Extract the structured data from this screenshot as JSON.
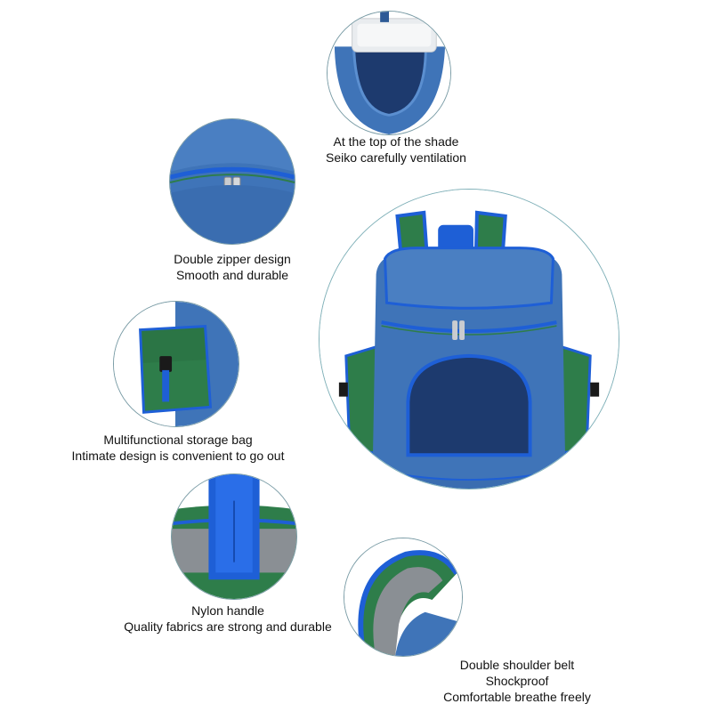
{
  "features": [
    {
      "id": "top-shade",
      "lines": [
        "At the top of the shade",
        "Seiko carefully ventilation"
      ]
    },
    {
      "id": "double-zipper",
      "lines": [
        "Double zipper design",
        "Smooth and durable"
      ]
    },
    {
      "id": "storage-bag",
      "lines": [
        "Multifunctional storage bag",
        "Intimate design is convenient to go out"
      ]
    },
    {
      "id": "nylon-handle",
      "lines": [
        "Nylon handle",
        "Quality fabrics are strong and durable"
      ]
    },
    {
      "id": "shoulder-belt",
      "lines": [
        "Double shoulder belt",
        "Shockproof",
        "Comfortable breathe freely"
      ]
    }
  ],
  "colors": {
    "denim_blue": "#3f74b8",
    "denim_dark": "#2d5a96",
    "trim_blue": "#1e5fd6",
    "green": "#2e7d4a",
    "mesh": "#1d3a6e",
    "grey_mesh": "#8a8f94",
    "circle_border": "#7a9ca6"
  }
}
